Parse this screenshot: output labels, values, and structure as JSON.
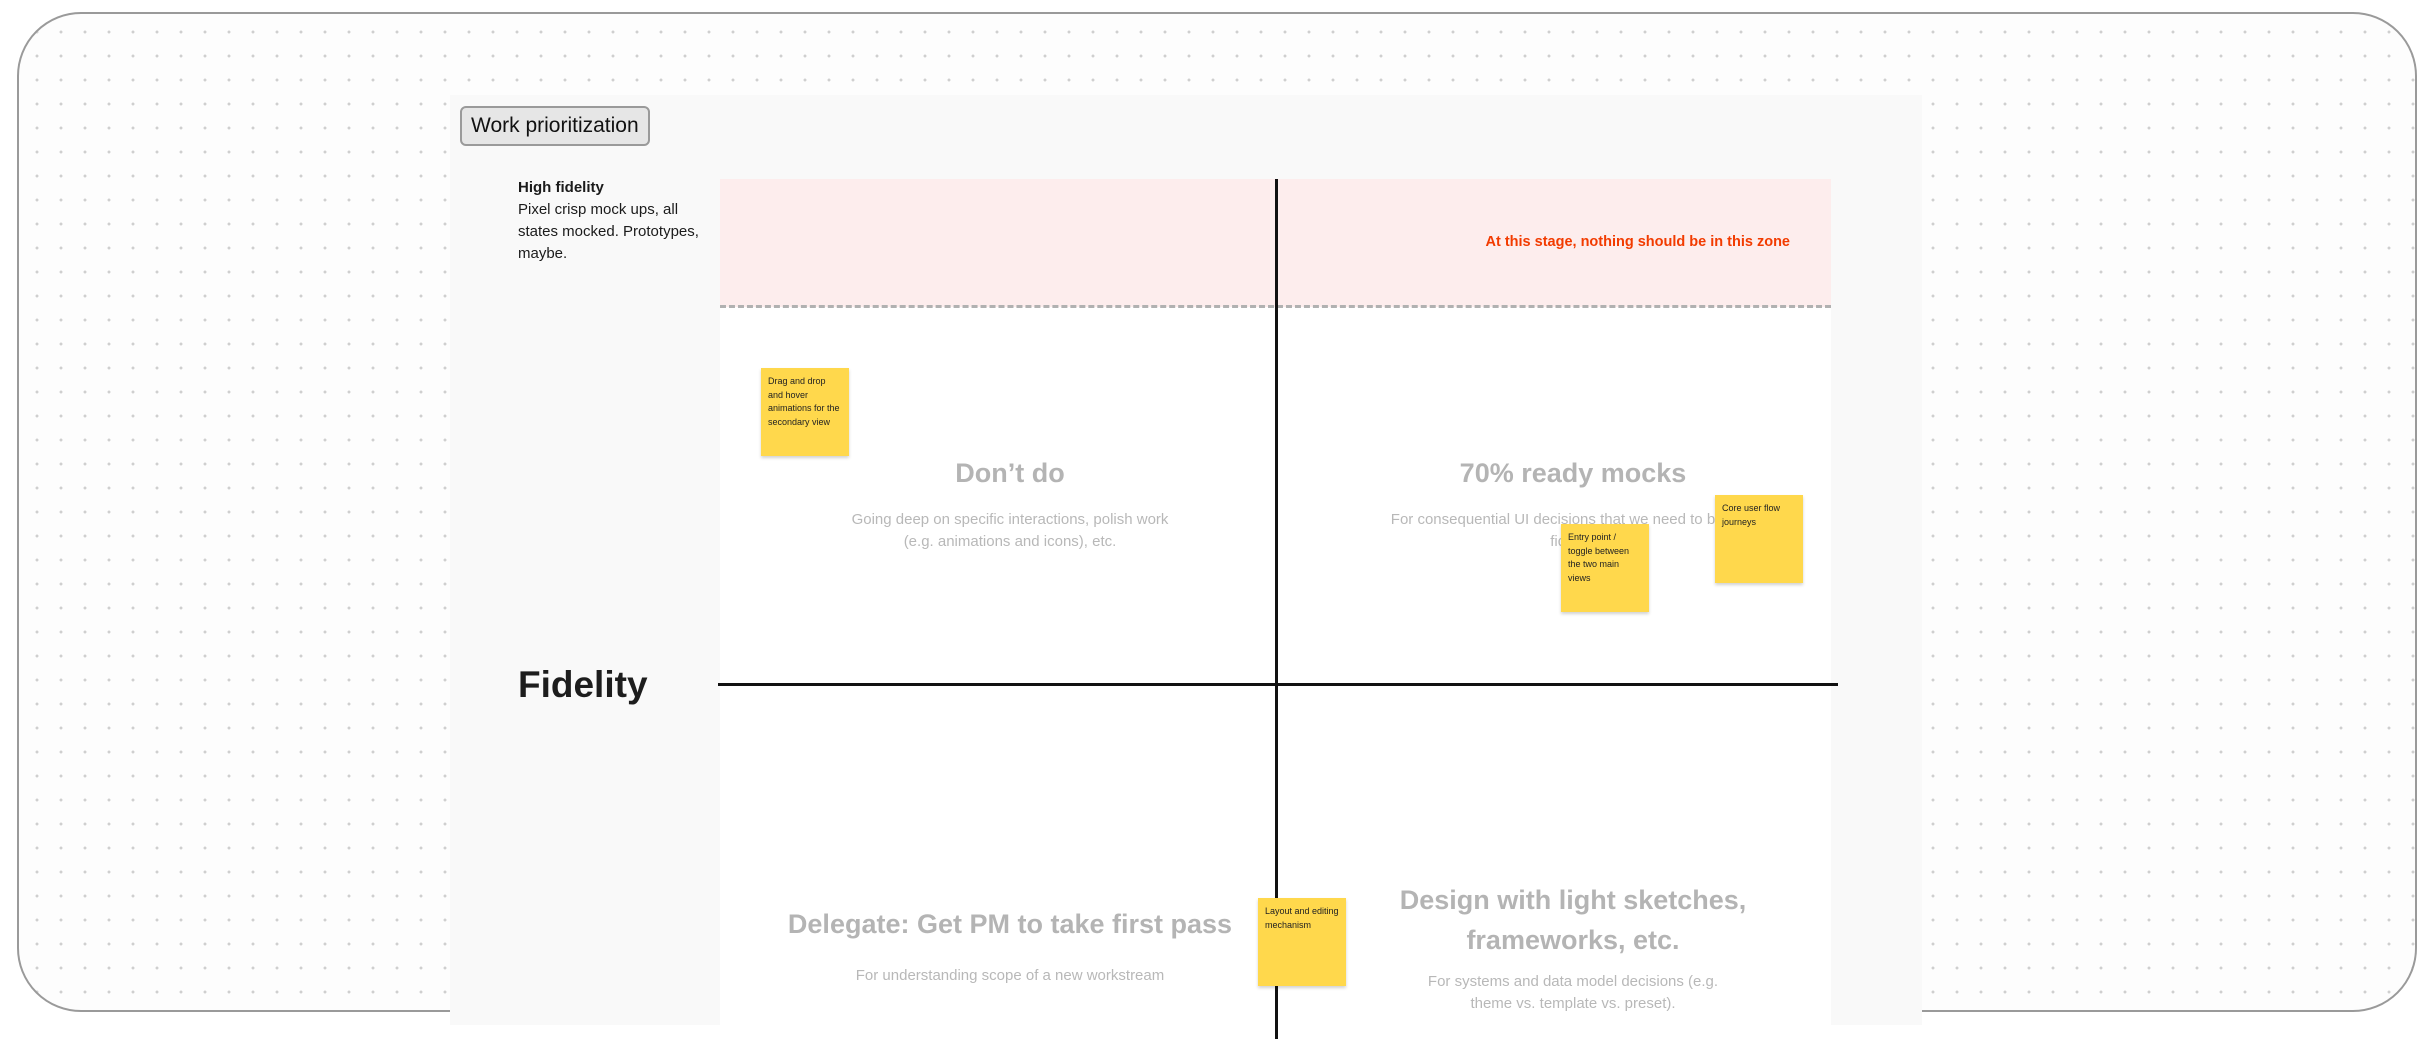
{
  "section": {
    "title": "Work prioritization"
  },
  "high_fidelity": {
    "title": "High fidelity",
    "description": "Pixel crisp mock ups, all states mocked. Prototypes, maybe."
  },
  "axis": {
    "y_label": "Fidelity"
  },
  "zone_warning": "At this stage, nothing should be in this zone",
  "quadrants": {
    "top_left": {
      "title": "Don’t do",
      "description": "Going deep on specific interactions, polish work (e.g. animations and icons), etc."
    },
    "top_right": {
      "title": "70% ready mocks",
      "description": "For consequential UI decisions that we need to build to fidelity."
    },
    "bottom_left": {
      "title": "Delegate: Get PM to take first pass",
      "description": "For understanding scope of a new workstream"
    },
    "bottom_right": {
      "title": "Design with light sketches, frameworks, etc.",
      "description": "For systems and data model decisions (e.g. theme vs. template vs. preset)."
    }
  },
  "stickies": [
    {
      "text": "Drag and drop and hover animations for the secondary view"
    },
    {
      "text": "Core user flow journeys"
    },
    {
      "text": "Entry point / toggle between the two main views"
    },
    {
      "text": "Layout and editing mechanism"
    }
  ],
  "colors": {
    "sticky": "#ffd84c",
    "zone_background": "#fdeded",
    "zone_warning": "#f23b00",
    "quadrant_text": "#b4b4b4",
    "axis": "#111111"
  }
}
